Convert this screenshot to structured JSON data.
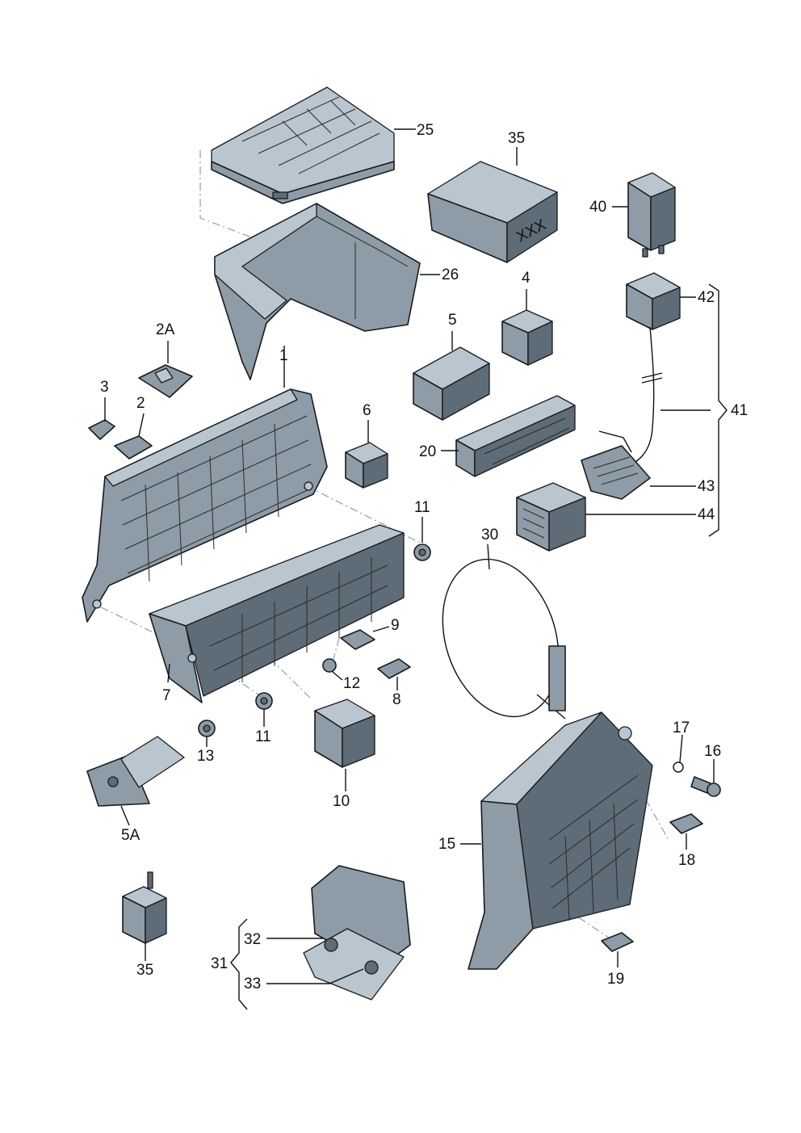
{
  "labels": {
    "p1": "1",
    "p2": "2",
    "p2a": "2A",
    "p3": "3",
    "p4": "4",
    "p5": "5",
    "p5a": "5A",
    "p6": "6",
    "p7": "7",
    "p8": "8",
    "p9": "9",
    "p10": "10",
    "p11a": "11",
    "p11b": "11",
    "p12": "12",
    "p13": "13",
    "p15": "15",
    "p16": "16",
    "p17": "17",
    "p18": "18",
    "p19": "19",
    "p20": "20",
    "p25": "25",
    "p26": "26",
    "p30": "30",
    "p31": "31",
    "p32": "32",
    "p33": "33",
    "p35a": "35",
    "p35b": "35",
    "p40": "40",
    "p41": "41",
    "p42": "42",
    "p43": "43",
    "p44": "44"
  },
  "marking": "XXX",
  "colors": {
    "part": "#8d9ca6",
    "part_light": "#b9c6cf",
    "part_dark": "#5d6c77",
    "line": "#111111"
  }
}
